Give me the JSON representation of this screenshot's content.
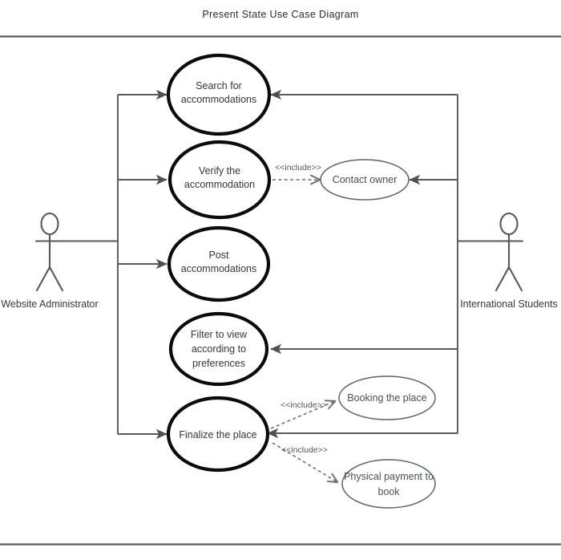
{
  "diagram": {
    "title": "Present State Use Case Diagram",
    "type": "uml-use-case-diagram",
    "colors": {
      "background": "#ffffff",
      "primary_stroke": "#0b0b0b",
      "secondary_stroke": "#5d6368",
      "line": "#555a5e",
      "text": "#32373b"
    },
    "actors": [
      {
        "id": "website-administrator",
        "label": "Website Administrator",
        "side": "left"
      },
      {
        "id": "international-students",
        "label": "International Students",
        "side": "right"
      }
    ],
    "use_cases": [
      {
        "id": "search-for-accommodations",
        "lines": [
          "Search for",
          "accommodations"
        ],
        "emphasis": "primary"
      },
      {
        "id": "verify-the-accommodation",
        "lines": [
          "Verify the",
          "accommodation"
        ],
        "emphasis": "primary"
      },
      {
        "id": "contact-owner",
        "lines": [
          "Contact owner"
        ],
        "emphasis": "secondary"
      },
      {
        "id": "post-accommodations",
        "lines": [
          "Post",
          "accommodations"
        ],
        "emphasis": "primary"
      },
      {
        "id": "filter-to-view-according-to-preferences",
        "lines": [
          "Filter to view",
          "according to",
          "preferences"
        ],
        "emphasis": "primary"
      },
      {
        "id": "finalize-the-place",
        "lines": [
          "Finalize the place"
        ],
        "emphasis": "primary"
      },
      {
        "id": "booking-the-place",
        "lines": [
          "Booking the place"
        ],
        "emphasis": "secondary"
      },
      {
        "id": "physical-payment-to-book",
        "lines": [
          "Physical payment to",
          "book"
        ],
        "emphasis": "secondary"
      }
    ],
    "associations": [
      {
        "from": "website-administrator",
        "to": "search-for-accommodations"
      },
      {
        "from": "website-administrator",
        "to": "verify-the-accommodation"
      },
      {
        "from": "website-administrator",
        "to": "post-accommodations"
      },
      {
        "from": "website-administrator",
        "to": "finalize-the-place"
      },
      {
        "from": "international-students",
        "to": "search-for-accommodations"
      },
      {
        "from": "international-students",
        "to": "contact-owner"
      },
      {
        "from": "international-students",
        "to": "filter-to-view-according-to-preferences"
      },
      {
        "from": "international-students",
        "to": "finalize-the-place"
      }
    ],
    "include_relations": [
      {
        "from": "verify-the-accommodation",
        "to": "contact-owner",
        "stereotype": "<<include>>"
      },
      {
        "from": "finalize-the-place",
        "to": "booking-the-place",
        "stereotype": "<<include>>"
      },
      {
        "from": "finalize-the-place",
        "to": "physical-payment-to-book",
        "stereotype": "<<include>>"
      }
    ],
    "labels": {
      "search_line1": "Search for",
      "search_line2": "accommodations",
      "verify_line1": "Verify the",
      "verify_line2": "accommodation",
      "contact_owner": "Contact owner",
      "post_line1": "Post",
      "post_line2": "accommodations",
      "filter_line1": "Filter to view",
      "filter_line2": "according to",
      "filter_line3": "preferences",
      "finalize": "Finalize the place",
      "booking": "Booking the place",
      "payment_line1": "Physical payment to",
      "payment_line2": "book",
      "include_1": "<<include>>",
      "include_2": "<<include>>",
      "include_3": "<<include>>",
      "actor_left": "Website Administrator",
      "actor_right": "International Students"
    }
  }
}
